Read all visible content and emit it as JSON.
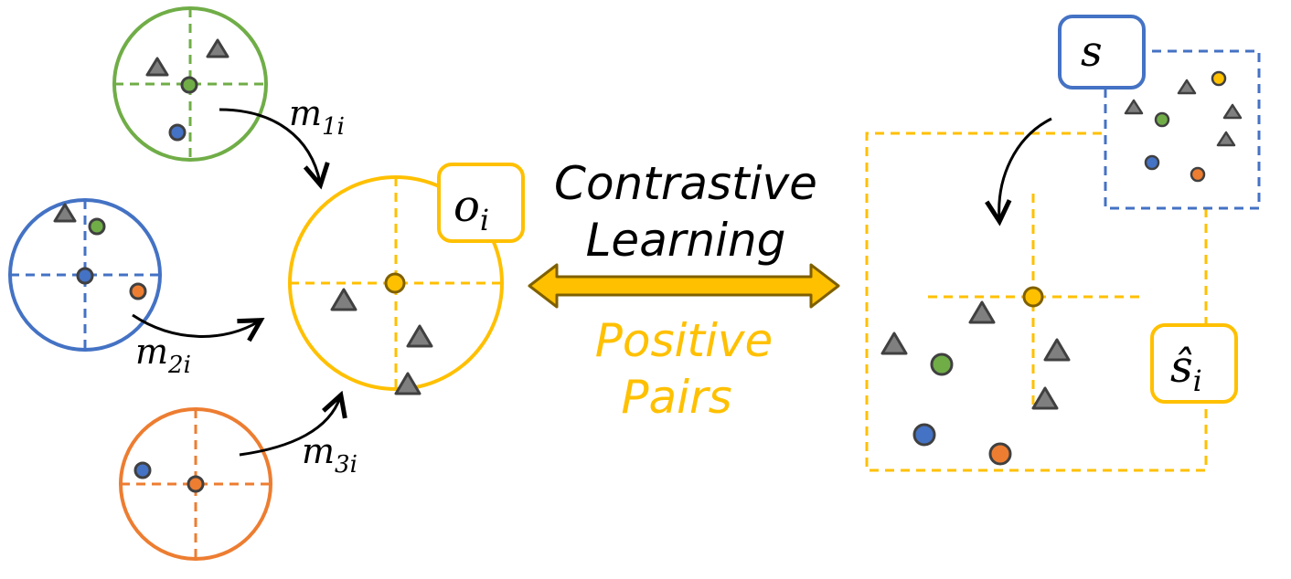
{
  "colors": {
    "green": "#70AD47",
    "blue": "#4472C4",
    "orange": "#ED7D31",
    "gold": "#FFC000",
    "gray": "#7F7F7F",
    "dark": "#404040",
    "arrow_fill": "#FFC000",
    "arrow_stroke": "#7F6000"
  },
  "labels": {
    "m1": "m",
    "m1_sub": "1i",
    "m2": "m",
    "m2_sub": "2i",
    "m3": "m",
    "m3_sub": "3i",
    "o": "o",
    "o_sub": "i",
    "s": "s",
    "shat": "ŝ",
    "shat_sub": "i",
    "contrastive_line1": "Contrastive",
    "contrastive_line2": "Learning",
    "positive_line1": "Positive",
    "positive_line2": "Pairs"
  }
}
